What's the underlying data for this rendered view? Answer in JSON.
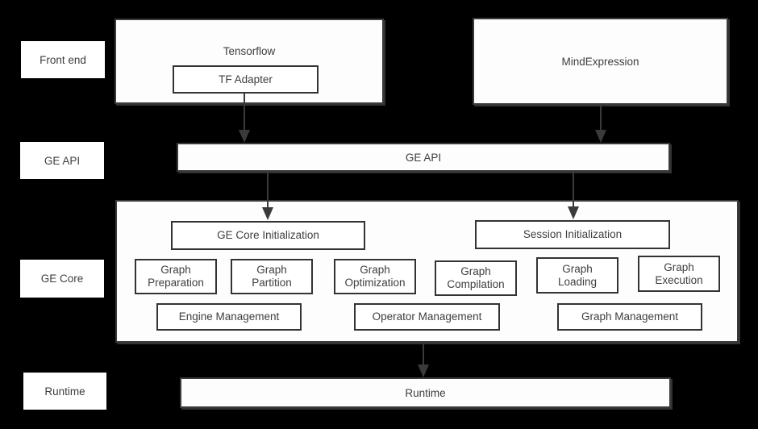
{
  "colors": {
    "background": "#000000",
    "box_fill": "#ffffff",
    "box_border": "#3a3a3a",
    "text": "#3e3e3e",
    "arrow": "#3a3a3a"
  },
  "row_labels": [
    {
      "label": "Front end"
    },
    {
      "label": "GE API"
    },
    {
      "label": "GE Core"
    },
    {
      "label": "Runtime"
    }
  ],
  "front_end": {
    "tensorflow_label": "Tensorflow",
    "tf_adapter_label": "TF Adapter",
    "mind_expression_label": "MindExpression"
  },
  "ge_api_label": "GE API",
  "ge_core": {
    "init_boxes": [
      {
        "label": "GE Core Initialization"
      },
      {
        "label": "Session Initialization"
      }
    ],
    "function_boxes": [
      {
        "lines": [
          "Graph",
          "Preparation"
        ]
      },
      {
        "lines": [
          "Graph",
          "Partition"
        ]
      },
      {
        "lines": [
          "Graph",
          "Optimization"
        ]
      },
      {
        "lines": [
          "Graph",
          "Compilation"
        ]
      },
      {
        "lines": [
          "Graph",
          "Loading"
        ]
      },
      {
        "lines": [
          "Graph",
          "Execution"
        ]
      }
    ],
    "management_boxes": [
      {
        "label": "Engine Management"
      },
      {
        "label": "Operator Management"
      },
      {
        "label": "Graph Management"
      }
    ]
  },
  "runtime_label": "Runtime"
}
